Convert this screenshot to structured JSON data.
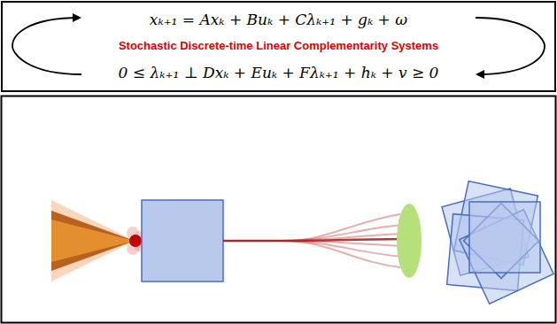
{
  "diagram": {
    "nodes": [
      {
        "text": [
          "xₖ₊₁ = Axₖ + Buₖ + Cλₖ₊₁ + gₖ + ω",
          "Stochastic Discrete-time Linear Complementarity Systems",
          "0 ≤ λₖ₊₁ ⊥ Dxₖ + Euₖ + Fλₖ₊₁ + hₖ + v ≥ 0"
        ]
      }
    ]
  }
}
